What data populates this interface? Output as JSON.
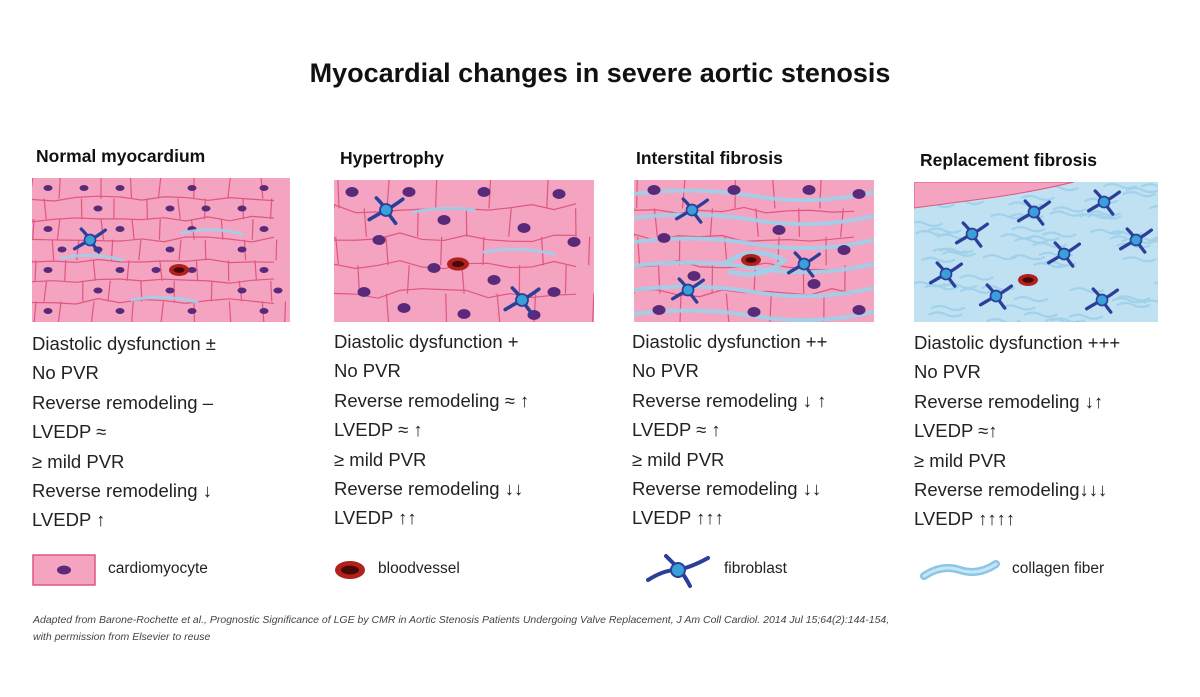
{
  "title": "Myocardial changes in severe aortic stenosis",
  "colors": {
    "cardiomyocyte": "#f4a3c1",
    "cell_border": "#e0577f",
    "nucleus": "#5a2a7a",
    "bloodvessel": "#b0201c",
    "fibroblast": "#2b3f9a",
    "fibroblast_core": "#3aa0d8",
    "collagen": "#9fd0ea"
  },
  "panels": [
    {
      "heading": "Normal myocardium",
      "lines": [
        "Diastolic dysfunction ±",
        "No PVR",
        "Reverse remodeling –",
        "LVEDP ≈",
        "≥ mild PVR",
        "Reverse remodeling ↓",
        "LVEDP ↑"
      ]
    },
    {
      "heading": "Hypertrophy",
      "lines": [
        "Diastolic dysfunction +",
        "No PVR",
        "Reverse remodeling ≈ ↑",
        "LVEDP ≈  ↑",
        "≥ mild PVR",
        "Reverse remodeling ↓↓",
        "LVEDP ↑↑"
      ]
    },
    {
      "heading": "Interstital fibrosis",
      "lines": [
        "Diastolic dysfunction ++",
        "No PVR",
        "Reverse remodeling ↓ ↑",
        "LVEDP ≈ ↑",
        "≥ mild PVR",
        "Reverse remodeling ↓↓",
        "LVEDP ↑↑↑"
      ]
    },
    {
      "heading": "Replacement fibrosis",
      "lines": [
        "Diastolic dysfunction +++",
        "No PVR",
        "Reverse remodeling ↓↑",
        "LVEDP ≈↑",
        "≥ mild PVR",
        "Reverse remodeling↓↓↓",
        "LVEDP ↑↑↑↑"
      ]
    }
  ],
  "legend": [
    {
      "icon": "cardiomyocyte-icon",
      "label": "cardiomyocyte"
    },
    {
      "icon": "bloodvessel-icon",
      "label": "bloodvessel"
    },
    {
      "icon": "fibroblast-icon",
      "label": "fibroblast"
    },
    {
      "icon": "collagen-fiber-icon",
      "label": "collagen fiber"
    }
  ],
  "citation": {
    "line1": "Adapted from Barone-Rochette et al., Prognostic Significance of LGE by CMR in Aortic Stenosis Patients Undergoing Valve Replacement, J Am Coll Cardiol. 2014 Jul 15;64(2):144-154,",
    "line2": "with permission from Elsevier to reuse"
  }
}
